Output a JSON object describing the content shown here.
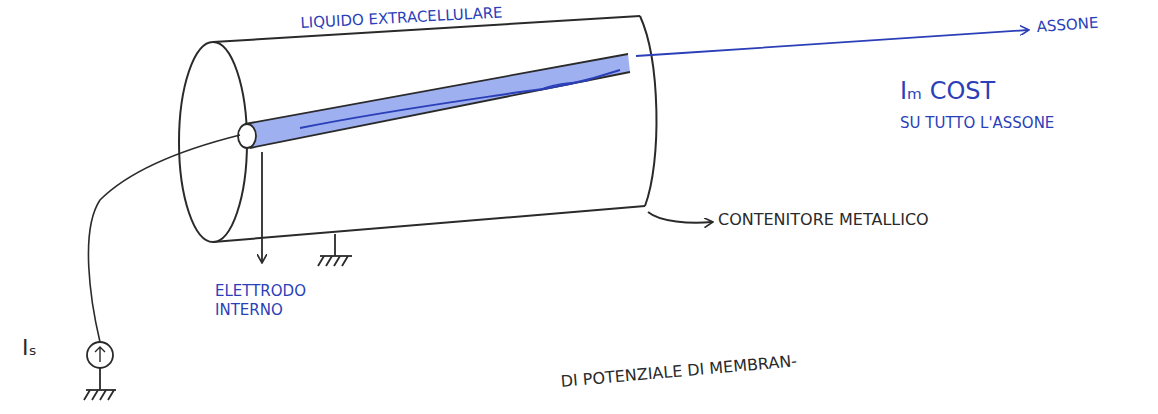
{
  "diagram": {
    "labels": [
      "LIQUIDO EXTRACELLULARE",
      "ASSONE",
      "Iₘ COST",
      "SU TUTTO L'ASSONE",
      "CONTENITORE METALLICO",
      "ELETTRODO INTERNO",
      "Iₛ",
      "DI POTENZIALE DI MEMBRAN-"
    ]
  }
}
